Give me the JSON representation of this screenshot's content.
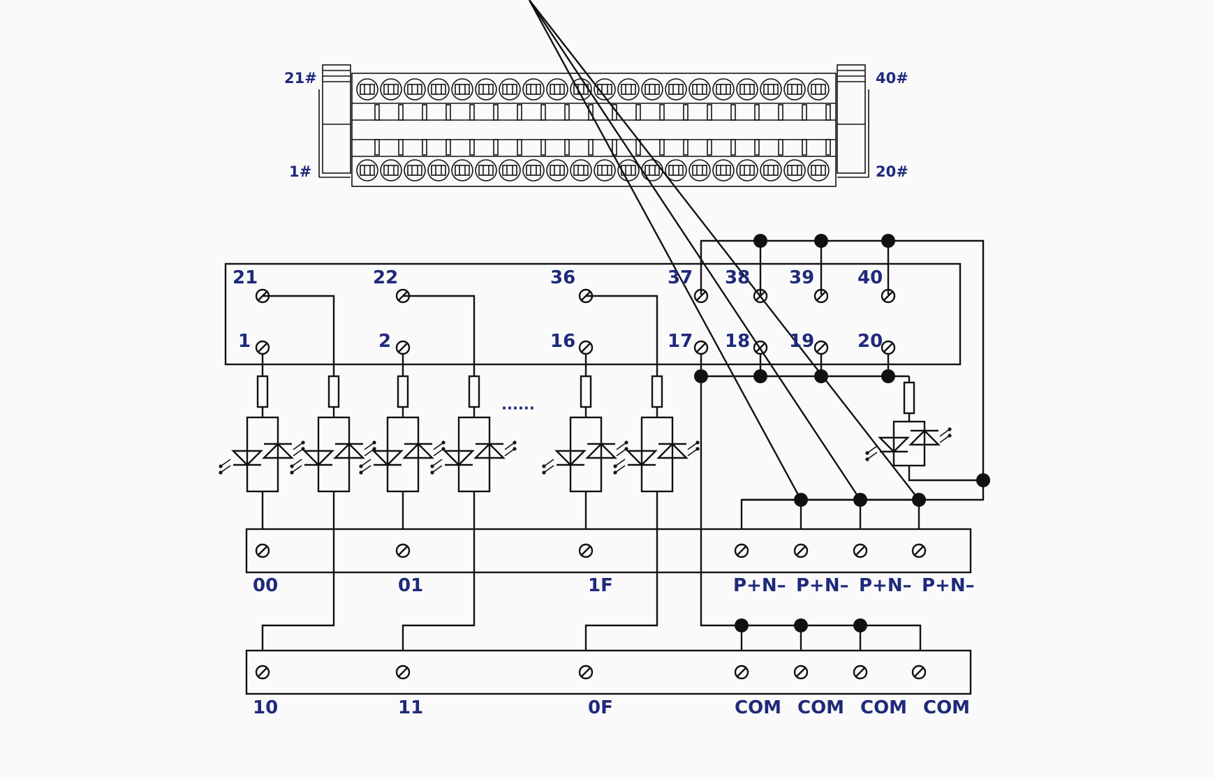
{
  "connector": {
    "corner_labels": {
      "top_left": "21#",
      "bottom_left": "1#",
      "top_right": "40#",
      "bottom_right": "20#"
    },
    "terminals_per_row": 20
  },
  "top_block": {
    "upper_labels": [
      "21",
      "22",
      "36",
      "37",
      "38",
      "39",
      "40"
    ],
    "lower_labels": [
      "1",
      "2",
      "16",
      "17",
      "18",
      "19",
      "20"
    ]
  },
  "ellipsis": "······",
  "output_row_1": {
    "labels": [
      "00",
      "01",
      "1F",
      "P+N–",
      "P+N–",
      "P+N–",
      "P+N–"
    ]
  },
  "output_row_2": {
    "labels": [
      "10",
      "11",
      "0F",
      "COM",
      "COM",
      "COM",
      "COM"
    ]
  },
  "colors": {
    "label": "#1f2a7a",
    "line": "#111111",
    "background": "#fafafa"
  }
}
